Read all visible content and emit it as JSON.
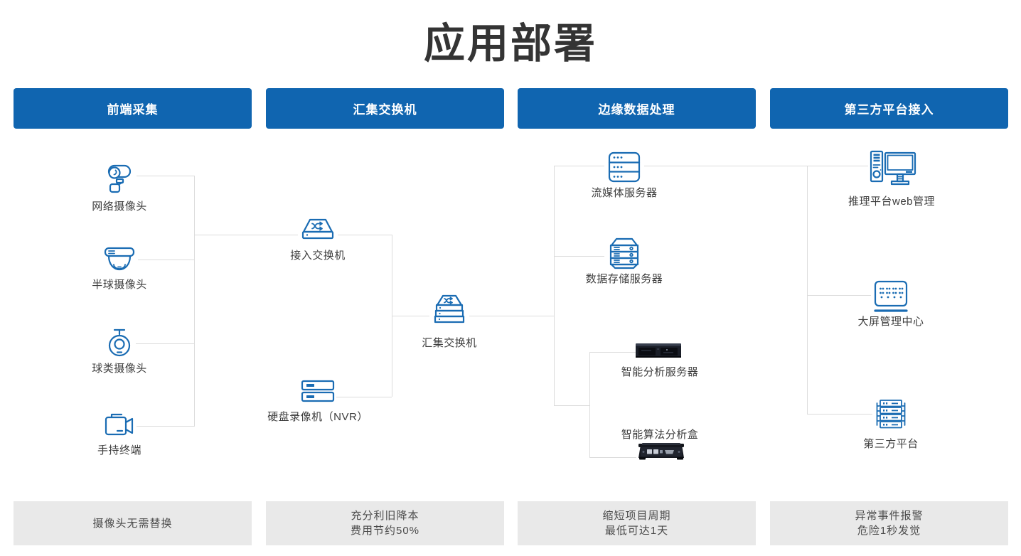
{
  "title": "应用部署",
  "columns": [
    {
      "header": "前端采集",
      "footer_lines": [
        "摄像头无需替换"
      ]
    },
    {
      "header": "汇集交换机",
      "footer_lines": [
        "充分利旧降本",
        "费用节约50%"
      ]
    },
    {
      "header": "边缘数据处理",
      "footer_lines": [
        "缩短项目周期",
        "最低可达1天"
      ]
    },
    {
      "header": "第三方平台接入",
      "footer_lines": [
        "异常事件报警",
        "危险1秒发觉"
      ]
    }
  ],
  "nodes": {
    "network_camera": "网络摄像头",
    "dome_camera": "半球摄像头",
    "ball_camera": "球类摄像头",
    "handheld_terminal": "手持终端",
    "access_switch": "接入交换机",
    "nvr": "硬盘录像机（NVR）",
    "aggregation_switch": "汇集交换机",
    "streaming_server": "流媒体服务器",
    "storage_server": "数据存储服务器",
    "analysis_server": "智能分析服务器",
    "analysis_box": "智能算法分析盒",
    "web_management": "推理平台web管理",
    "big_screen_center": "大屏管理中心",
    "third_party_platform": "第三方平台"
  },
  "colors": {
    "header_blue": "#1065b0",
    "icon_blue": "#1a6cb3",
    "line_gray": "#dcdcdc",
    "footer_bg": "#e9e9e9",
    "title_color": "#343434"
  }
}
